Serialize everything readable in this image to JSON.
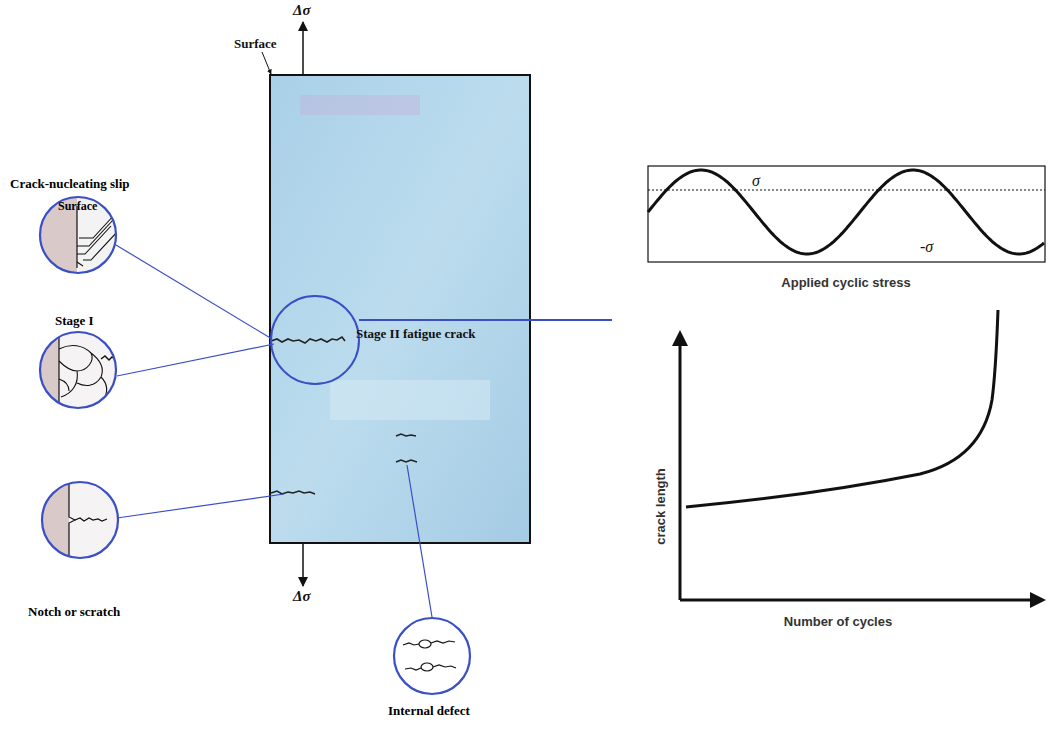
{
  "diagram": {
    "nodes": [
      {
        "text": [
          "Crack-nucleating slip",
          "Surface"
        ]
      },
      {
        "text": [
          "Stage I"
        ]
      },
      {
        "text": [
          "Notch or scratch"
        ]
      },
      {
        "text": [
          "Internal defect"
        ]
      }
    ],
    "labels": [
      "Δσ",
      "Surface",
      "Stage II fatigue crack",
      "Δσ",
      "σ",
      "-σ",
      "Applied cyclic stress",
      "crack length",
      "Number of cycles"
    ]
  }
}
